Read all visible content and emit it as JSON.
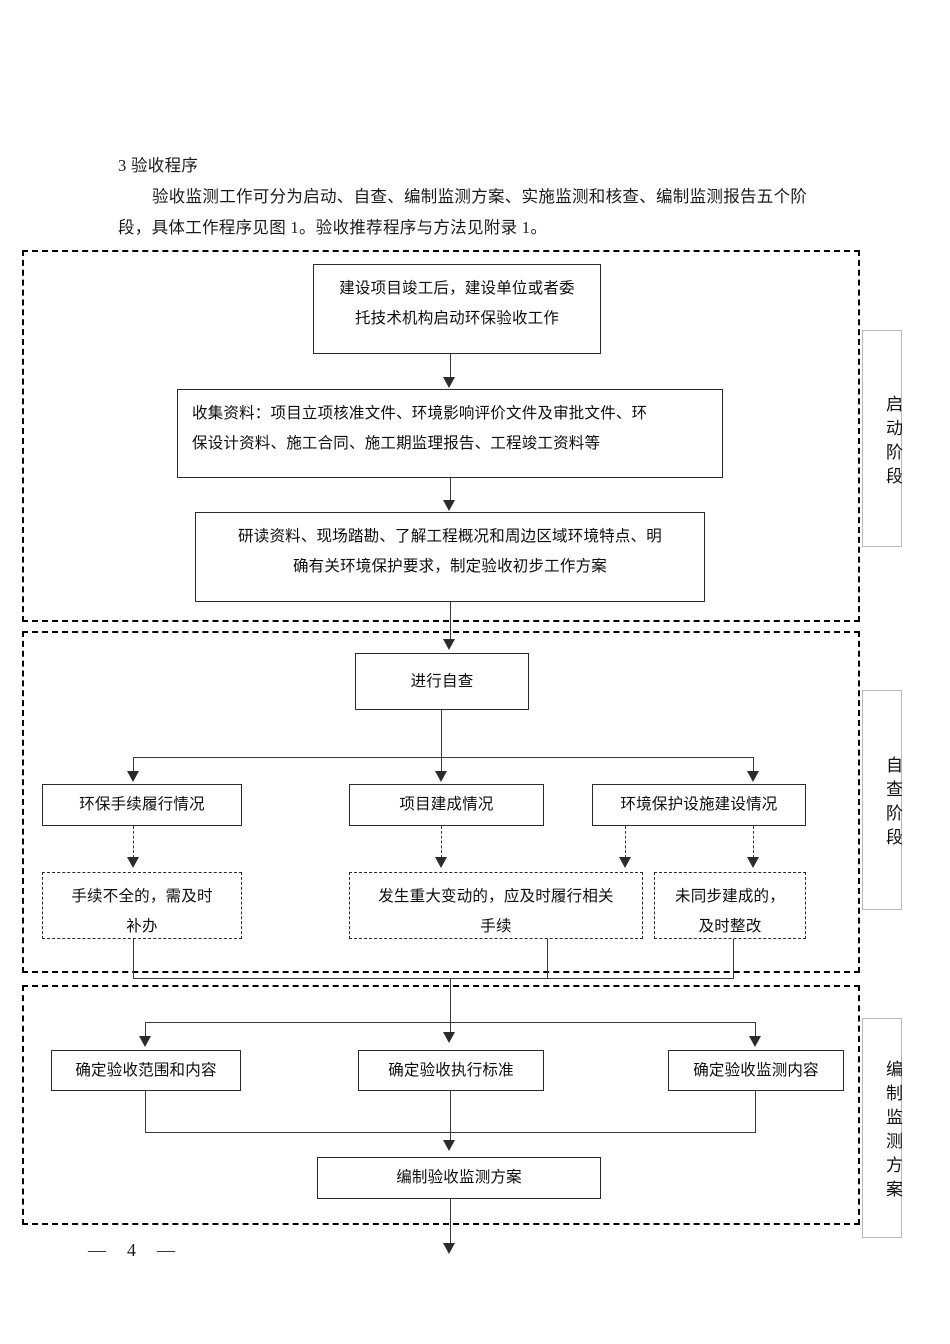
{
  "document": {
    "heading": "3 验收程序",
    "paragraph_line_1": "验收监测工作可分为启动、自查、编制监测方案、实施监测和核查、编制监测报告五个阶",
    "paragraph_line_2": "段，具体工作程序见图 1。验收推荐程序与方法见附录 1。",
    "footer": "—  4  —"
  },
  "flowchart": {
    "stages": [
      {
        "id": "qidong",
        "label": "启动阶段"
      },
      {
        "id": "zicha",
        "label": "自查阶段"
      },
      {
        "id": "bianzhi",
        "label": "编制监测方案"
      }
    ],
    "stage_qidong": {
      "box_start": "建设项目竣工后，建设单位或者委\n托技术机构启动环保验收工作",
      "box_collect": "收集资料：项目立项核准文件、环境影响评价文件及审批文件、环\n保设计资料、施工合同、施工期监理报告、工程竣工资料等",
      "box_study": "研读资料、现场踏勘、了解工程概况和周边区域环境特点、明\n确有关环境保护要求，制定验收初步工作方案"
    },
    "stage_zicha": {
      "box_selfcheck": "进行自查",
      "check_items": [
        "环保手续履行情况",
        "项目建成情况",
        "环境保护设施建设情况"
      ],
      "action_items": [
        "手续不全的，需及时\n补办",
        "发生重大变动的，应及时履行相关\n手续",
        "未同步建成的，\n及时整改"
      ]
    },
    "stage_bianzhi": {
      "items": [
        "确定验收范围和内容",
        "确定验收执行标准",
        "确定验收监测内容"
      ],
      "final": "编制验收监测方案"
    }
  },
  "colors": {
    "box_border": "#2b2b2b",
    "connector": "#3a3a3a",
    "section_border": "#000000",
    "stage_label_border": "#b9b9b9",
    "text": "#0d0d0d",
    "page_background": "#ffffff"
  }
}
